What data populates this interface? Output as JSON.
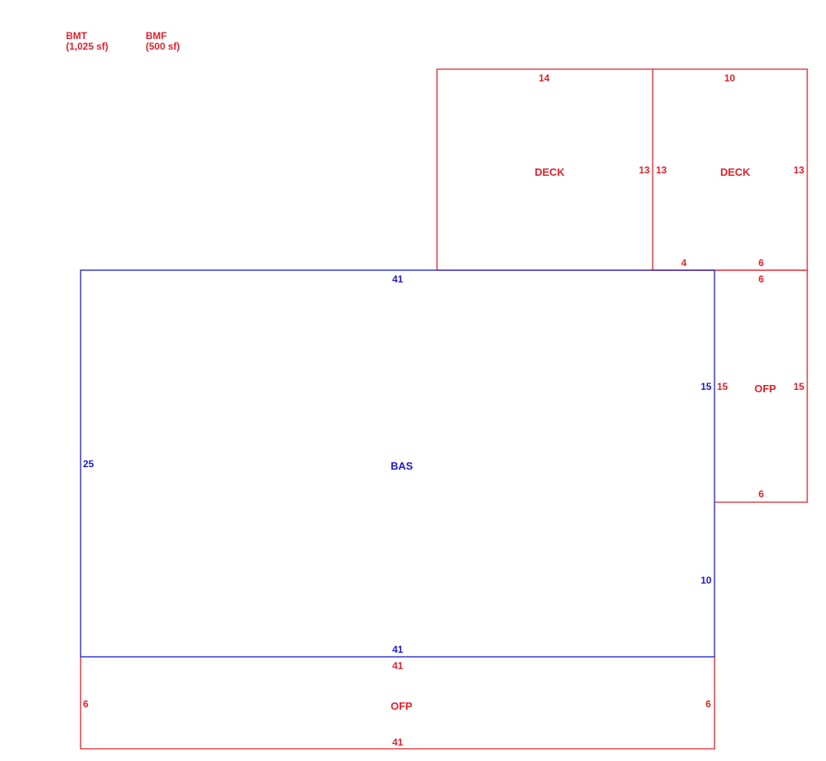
{
  "legend": [
    {
      "code": "BMT",
      "area": "(1,025 sf)"
    },
    {
      "code": "BMF",
      "area": "(500 sf)"
    }
  ],
  "colors": {
    "red": "#e0202a",
    "blue": "#1a1ad0"
  },
  "areas": {
    "bas": {
      "name": "BAS",
      "top": "41",
      "bottom": "41",
      "left": "25",
      "right_upper": "15",
      "right_lower": "10"
    },
    "ofp_bottom": {
      "name": "OFP",
      "top": "41",
      "bottom": "41",
      "left": "6",
      "right": "6"
    },
    "ofp_right": {
      "name": "OFP",
      "top": "6",
      "bottom": "6",
      "left": "15",
      "right": "15"
    },
    "deck_left": {
      "name": "DECK",
      "top": "14",
      "right": "13"
    },
    "deck_right": {
      "name": "DECK",
      "top": "10",
      "left": "13",
      "right": "13",
      "bottom_left": "4",
      "bottom_right": "6"
    }
  }
}
